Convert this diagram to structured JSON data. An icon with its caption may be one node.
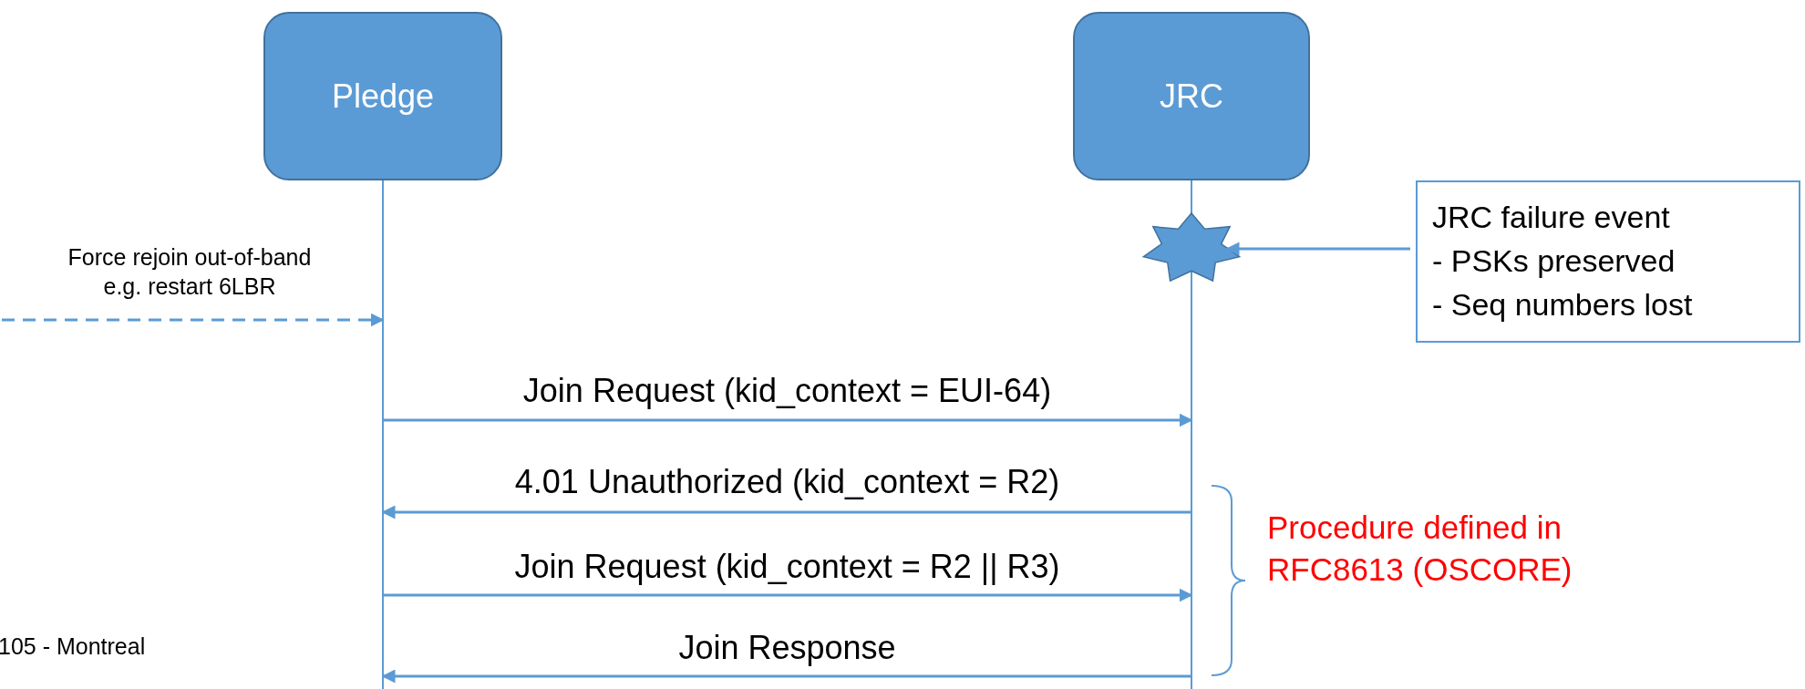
{
  "diagram": {
    "nodes": [
      {
        "text": [
          "Pledge"
        ]
      },
      {
        "text": [
          "JRC"
        ]
      },
      {
        "text": [],
        "shape": "star",
        "in": 1
      },
      {
        "text": [
          "JRC failure event",
          "- PSKs preserved",
          "- Seq numbers lost"
        ]
      }
    ],
    "edges": [
      {
        "from": 3,
        "to": 2,
        "arrow": "to"
      },
      {
        "from": null,
        "to": 0,
        "arrow": "to",
        "style": "dashed",
        "label": "Force rejoin out-of-band e.g. restart 6LBR"
      },
      {
        "from": 0,
        "to": 1,
        "arrow": "to",
        "label": "Join Request (kid_context = EUI-64)"
      },
      {
        "from": 1,
        "to": 0,
        "arrow": "to",
        "label": "4.01 Unauthorized (kid_context = R2)"
      },
      {
        "from": 0,
        "to": 1,
        "arrow": "to",
        "label": "Join Request (kid_context = R2 || R3)"
      },
      {
        "from": 1,
        "to": 0,
        "arrow": "to",
        "label": "Join Response"
      }
    ],
    "labels": [
      "Procedure defined in RFC8613 (OSCORE)",
      "105 - Montreal"
    ]
  }
}
